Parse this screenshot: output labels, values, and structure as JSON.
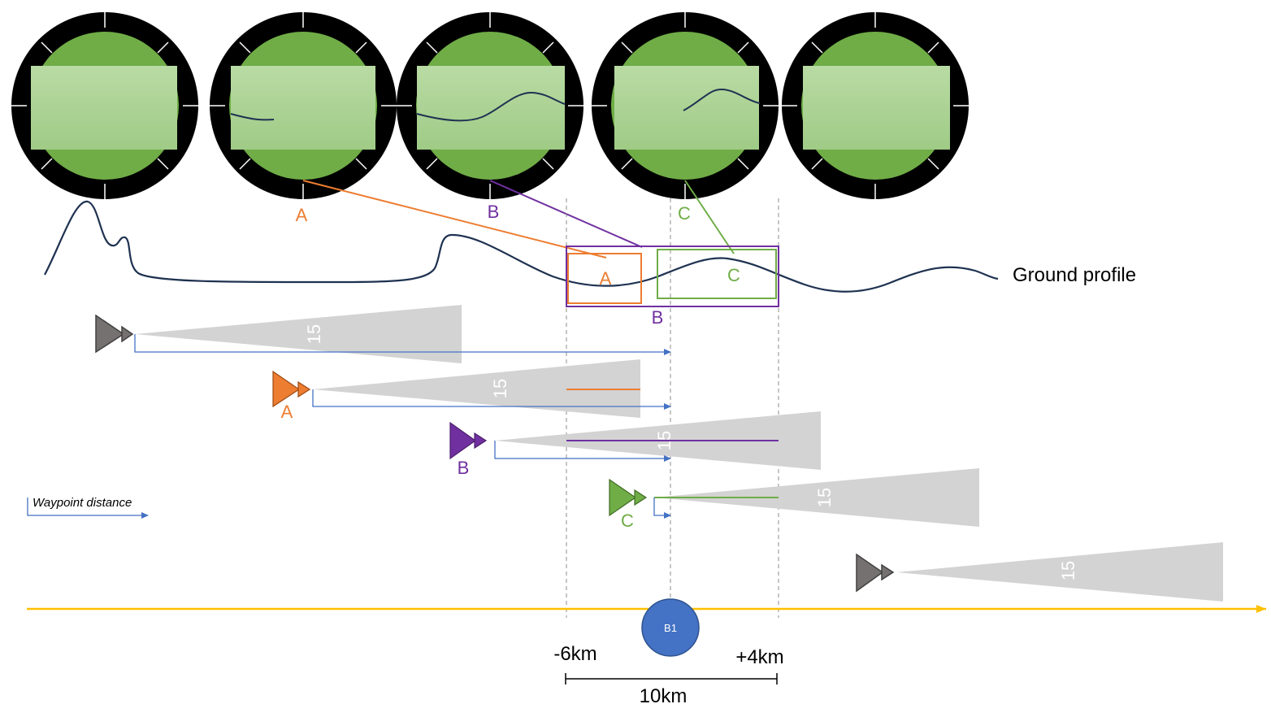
{
  "colors": {
    "orange": "#ED7D31",
    "purple": "#7030A0",
    "green": "#70AD47",
    "blue": "#4472C4",
    "gray": "#595959",
    "yellow": "#FFC000",
    "navy": "#1F3251",
    "cone": "#D3D3D3",
    "screen": "#A9D18E",
    "bezel": "#000000"
  },
  "displays": [
    {
      "id": "display-1",
      "label": ""
    },
    {
      "id": "display-2",
      "label": "A"
    },
    {
      "id": "display-3",
      "label": "B"
    },
    {
      "id": "display-4",
      "label": "C"
    },
    {
      "id": "display-5",
      "label": ""
    }
  ],
  "profile": {
    "label": "Ground profile",
    "box_a": "A",
    "box_b": "B",
    "box_c": "C"
  },
  "aircraft": [
    {
      "id": "aircraft-1",
      "label": "",
      "cone_value": "15"
    },
    {
      "id": "aircraft-a",
      "label": "A",
      "cone_value": "15"
    },
    {
      "id": "aircraft-b",
      "label": "B",
      "cone_value": "15"
    },
    {
      "id": "aircraft-c",
      "label": "C",
      "cone_value": "15"
    },
    {
      "id": "aircraft-5",
      "label": "",
      "cone_value": "15"
    }
  ],
  "legend": {
    "waypoint_distance": "Waypoint distance"
  },
  "waypoint": {
    "label": "B1"
  },
  "axis": {
    "minus": "-6km",
    "plus": "+4km",
    "span": "10km"
  }
}
